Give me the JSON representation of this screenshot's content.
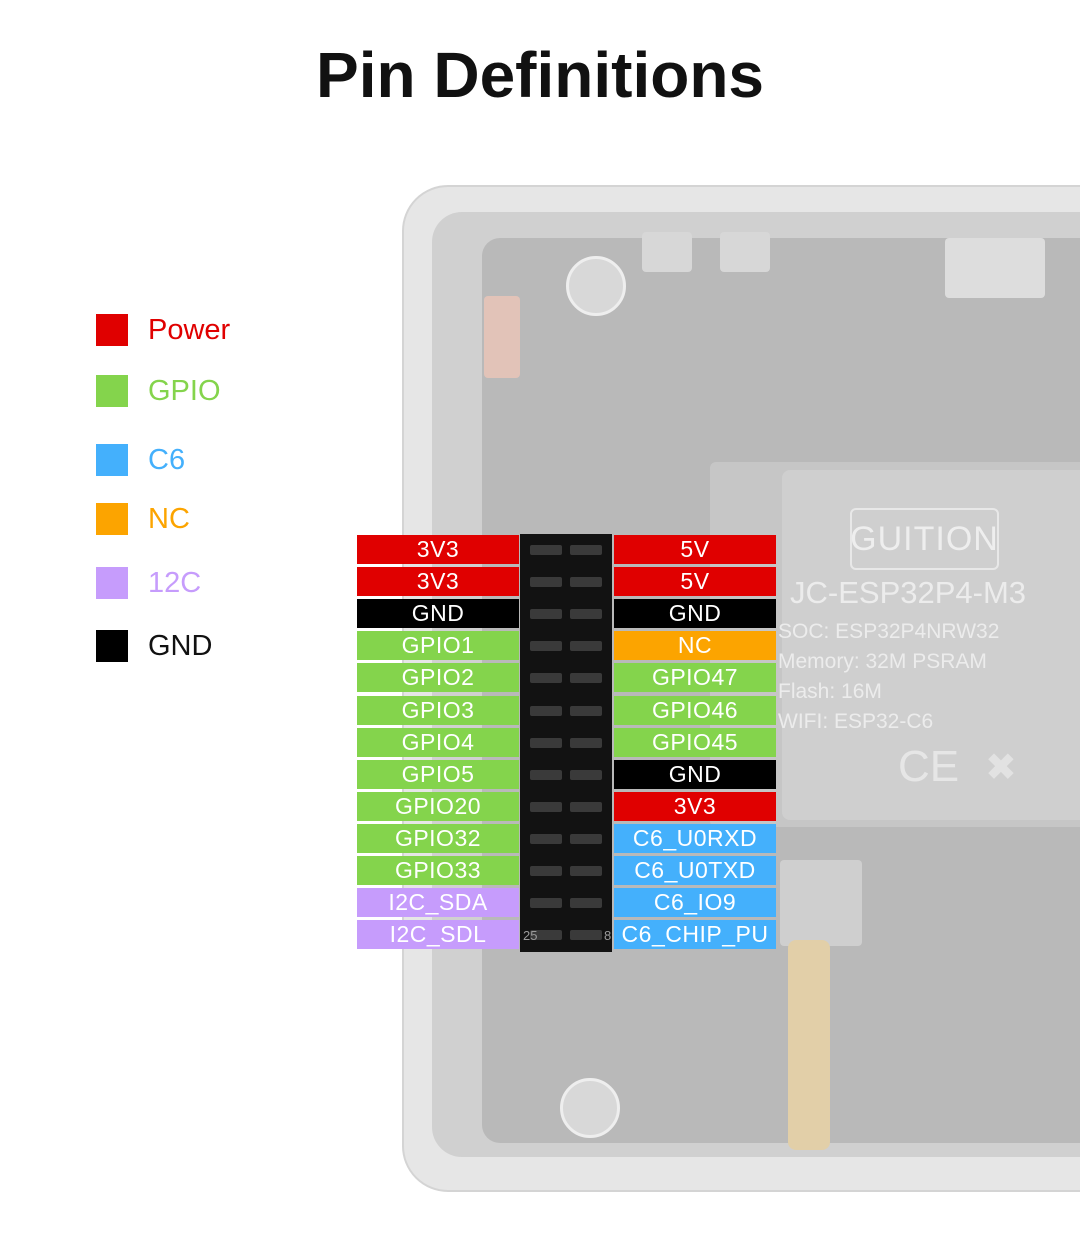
{
  "title": "Pin Definitions",
  "colors": {
    "Power": "#e00000",
    "GPIO": "#84d44c",
    "C6": "#44b0fc",
    "NC": "#fca400",
    "I2C": "#c69cfc",
    "GND": "#000000"
  },
  "legend": [
    {
      "label": "Power",
      "category": "Power"
    },
    {
      "label": "GPIO",
      "category": "GPIO"
    },
    {
      "label": "C6",
      "category": "C6"
    },
    {
      "label": "NC",
      "category": "NC"
    },
    {
      "label": "12C",
      "category": "I2C"
    },
    {
      "label": "GND",
      "category": "GND"
    }
  ],
  "left_pins": [
    {
      "label": "3V3",
      "category": "Power"
    },
    {
      "label": "3V3",
      "category": "Power"
    },
    {
      "label": "GND",
      "category": "GND"
    },
    {
      "label": "GPIO1",
      "category": "GPIO"
    },
    {
      "label": "GPIO2",
      "category": "GPIO"
    },
    {
      "label": "GPIO3",
      "category": "GPIO"
    },
    {
      "label": "GPIO4",
      "category": "GPIO"
    },
    {
      "label": "GPIO5",
      "category": "GPIO"
    },
    {
      "label": "GPIO20",
      "category": "GPIO"
    },
    {
      "label": "GPIO32",
      "category": "GPIO"
    },
    {
      "label": "GPIO33",
      "category": "GPIO"
    },
    {
      "label": "I2C_SDA",
      "category": "I2C"
    },
    {
      "label": "I2C_SDL",
      "category": "I2C"
    }
  ],
  "right_pins": [
    {
      "label": "5V",
      "category": "Power"
    },
    {
      "label": "5V",
      "category": "Power"
    },
    {
      "label": "GND",
      "category": "GND"
    },
    {
      "label": "NC",
      "category": "NC"
    },
    {
      "label": "GPIO47",
      "category": "GPIO"
    },
    {
      "label": "GPIO46",
      "category": "GPIO"
    },
    {
      "label": "GPIO45",
      "category": "GPIO"
    },
    {
      "label": "GND",
      "category": "GND"
    },
    {
      "label": "3V3",
      "category": "Power"
    },
    {
      "label": "C6_U0RXD",
      "category": "C6"
    },
    {
      "label": "C6_U0TXD",
      "category": "C6"
    },
    {
      "label": "C6_IO9",
      "category": "C6"
    },
    {
      "label": "C6_CHIP_PU",
      "category": "C6"
    }
  ],
  "header_numbers": {
    "bottom_left": "25",
    "bottom_right": "8"
  },
  "board": {
    "logo": "GUITION",
    "model": "JC-ESP32P4-M3",
    "specs": [
      "SOC:  ESP32P4NRW32",
      "Memory:  32M PSRAM",
      "Flash:  16M",
      "WIFI:  ESP32-C6"
    ],
    "ce_mark": "CE"
  }
}
